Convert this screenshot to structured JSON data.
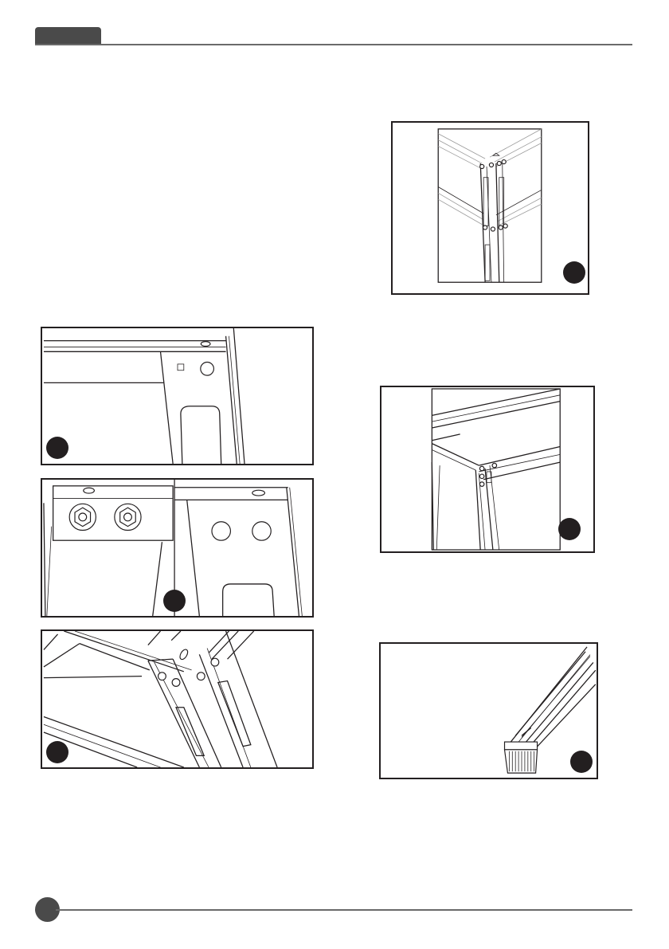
{
  "header": {
    "tab_color": "#4a4a4a",
    "rule_color": "#6a6a6a"
  },
  "footer": {
    "page_marker_color": "#4a4a4a"
  },
  "figures": [
    {
      "id": "fig-upright-top-corner",
      "icon": "frame-corner-illustration"
    },
    {
      "id": "fig-beam-clip",
      "icon": "beam-clip-illustration"
    },
    {
      "id": "fig-bolt-detail",
      "icon": "bolt-detail-illustration"
    },
    {
      "id": "fig-top-frame",
      "icon": "top-frame-illustration"
    },
    {
      "id": "fig-beam-angle",
      "icon": "beam-angle-illustration"
    },
    {
      "id": "fig-foot-cap",
      "icon": "foot-cap-illustration"
    }
  ]
}
